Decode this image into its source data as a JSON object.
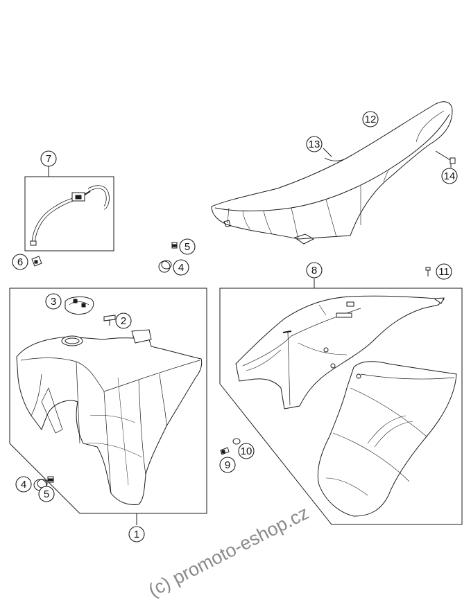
{
  "diagram": {
    "callouts": [
      {
        "id": "c1",
        "label": "1"
      },
      {
        "id": "c2",
        "label": "2"
      },
      {
        "id": "c3",
        "label": "3"
      },
      {
        "id": "c4a",
        "label": "4"
      },
      {
        "id": "c4b",
        "label": "4"
      },
      {
        "id": "c5a",
        "label": "5"
      },
      {
        "id": "c5b",
        "label": "5"
      },
      {
        "id": "c6",
        "label": "6"
      },
      {
        "id": "c7",
        "label": "7"
      },
      {
        "id": "c8",
        "label": "8"
      },
      {
        "id": "c9",
        "label": "9"
      },
      {
        "id": "c10",
        "label": "10"
      },
      {
        "id": "c11",
        "label": "11"
      },
      {
        "id": "c12",
        "label": "12"
      },
      {
        "id": "c13",
        "label": "13"
      },
      {
        "id": "c14",
        "label": "14"
      }
    ],
    "watermark": "(c) promoto-eshop.cz"
  },
  "colors": {
    "line": "#1a1a1a",
    "fill": "#ffffff",
    "watermark": "#8a8a8a"
  }
}
